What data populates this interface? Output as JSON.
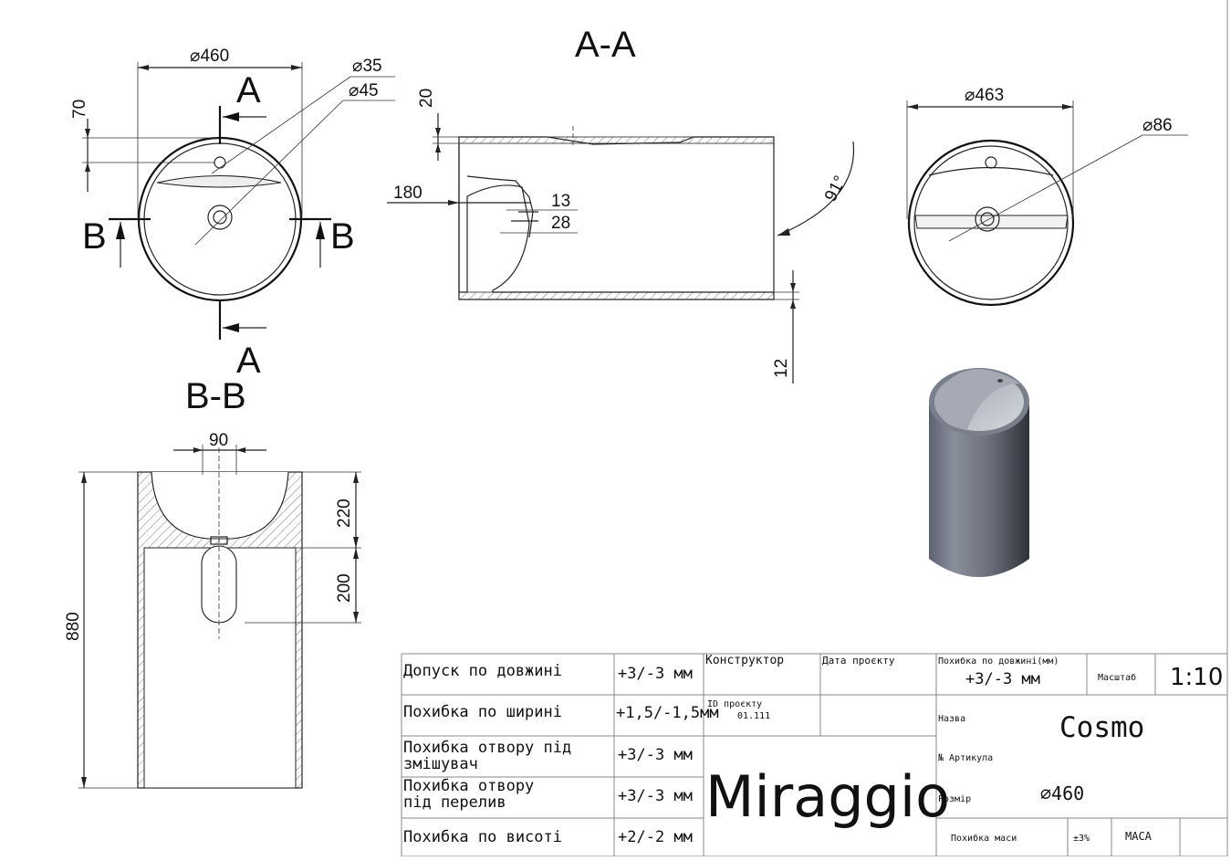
{
  "section_titles": {
    "aa": "A-A",
    "bb": "B-B"
  },
  "section_marks": {
    "a_top": "A",
    "a_bottom": "A",
    "b_left": "B",
    "b_right": "B"
  },
  "top_view": {
    "d_outer": "⌀460",
    "d_35": "⌀35",
    "d_45": "⌀45",
    "dim_70": "70"
  },
  "section_aa": {
    "dim_20": "20",
    "dim_180": "180",
    "dim_13": "13",
    "dim_28": "28",
    "angle": "91°",
    "dim_12": "12"
  },
  "right_view": {
    "d_outer": "⌀463",
    "d_86": "⌀86"
  },
  "section_bb": {
    "dim_90": "90",
    "dim_220": "220",
    "dim_200": "200",
    "dim_880": "880"
  },
  "title_block": {
    "rows": [
      {
        "label": "Допуск по довжині",
        "value": "+3/-3 мм"
      },
      {
        "label": "Похибка по ширині",
        "value": "+1,5/-1,5мм"
      },
      {
        "label_line1": "Похибка отвору під",
        "label_line2": "змішувач",
        "value": "+3/-3 мм"
      },
      {
        "label_line1": "Похибка отвору",
        "label_line2": "під перелив",
        "value": "+3/-3 мм"
      },
      {
        "label": "Похибка по висоті",
        "value": "+2/-2 мм"
      }
    ],
    "designer_label": "Конструктор",
    "project_date_label": "Дата проєкту",
    "project_id_label": "ID проєкту",
    "project_id": "01.111",
    "brand": "Miraggio",
    "length_error_label": "Похибка по довжині(мм)",
    "length_error_value": "+3/-3 мм",
    "scale_label": "Масштаб",
    "scale_value": "1:10",
    "name_label": "Назва",
    "name_value": "Cosmo",
    "article_label": "№ Артикула",
    "size_label": "Розмір",
    "size_value": "⌀460",
    "mass_error_label": "Похибка маси",
    "mass_error_value": "±3%",
    "mass_label": "МАСА"
  },
  "colors": {
    "render_body": "#7d8290",
    "render_dark": "#3f434d",
    "render_inner": "#b9bdc7"
  }
}
